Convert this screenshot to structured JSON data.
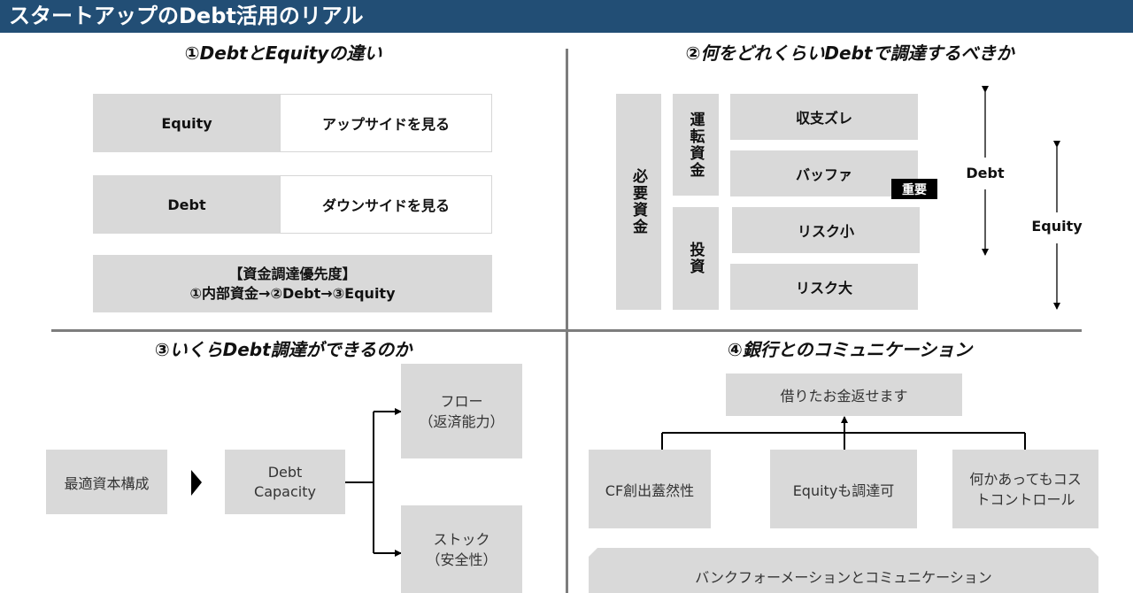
{
  "header": {
    "title": "スタートアップのDebt活用のリアル"
  },
  "colors": {
    "header_bg": "#224e75",
    "box_bg": "#d9d9d9",
    "divider": "#7d7d7d",
    "badge_bg": "#000000"
  },
  "section1": {
    "title": "①DebtとEquityの違い",
    "rows": [
      {
        "label": "Equity",
        "desc": "アップサイドを見る"
      },
      {
        "label": "Debt",
        "desc": "ダウンサイドを見る"
      }
    ],
    "priority": {
      "line1": "【資金調達優先度】",
      "line2": "①内部資金→②Debt→③Equity"
    }
  },
  "section2": {
    "title": "②何をどれくらいDebtで調達するべきか",
    "root": "必要資金",
    "groups": [
      {
        "label": "運転資金",
        "items": [
          "収支ズレ",
          "バッファ"
        ]
      },
      {
        "label": "投資",
        "items": [
          "リスク小",
          "リスク大"
        ]
      }
    ],
    "badge": "重要",
    "ranges": [
      {
        "label": "Debt"
      },
      {
        "label": "Equity"
      }
    ]
  },
  "section3": {
    "title": "③いくらDebt調達ができるのか",
    "start": "最適資本構成",
    "middle": {
      "line1": "Debt",
      "line2": "Capacity"
    },
    "branches": [
      {
        "line1": "フロー",
        "line2": "（返済能力）"
      },
      {
        "line1": "ストック",
        "line2": "（安全性）"
      }
    ]
  },
  "section4": {
    "title": "④銀行とのコミュニケーション",
    "top": "借りたお金返せます",
    "pillars": [
      {
        "line1": "CF創出蓋然性",
        "line2": ""
      },
      {
        "line1": "Equityも調達可",
        "line2": ""
      },
      {
        "line1": "何かあってもコス",
        "line2": "トコントロール"
      }
    ],
    "base": "バンクフォーメーションとコミュニケーション"
  }
}
